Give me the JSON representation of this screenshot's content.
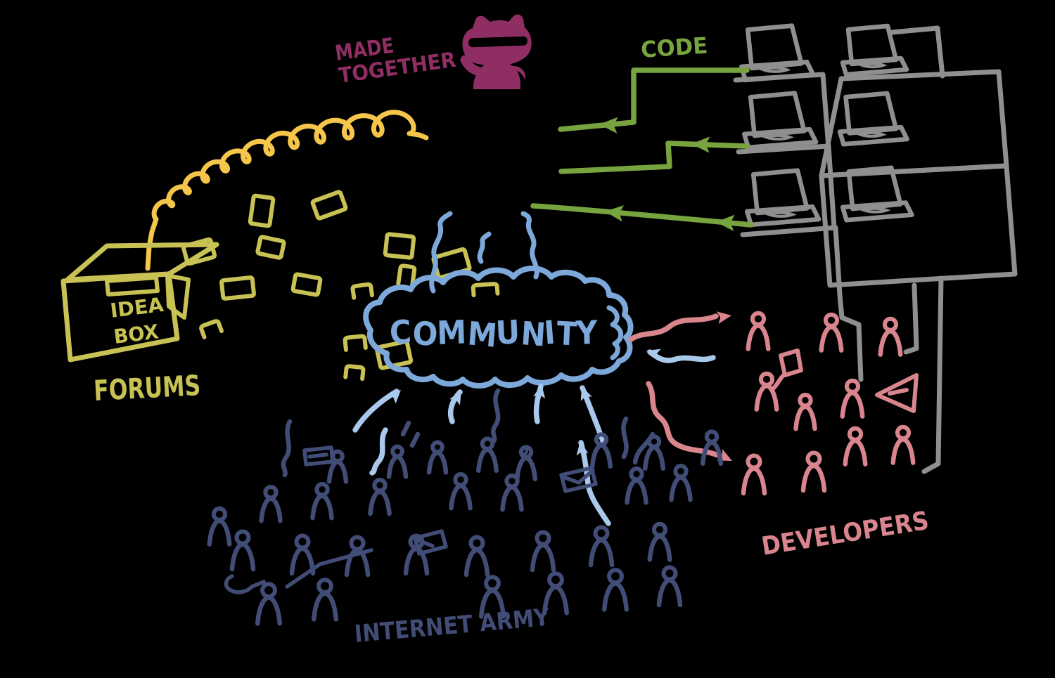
{
  "title": "MADE TOGETHER",
  "palette": {
    "bg": "#000000",
    "magenta": "#8e2e63",
    "green": "#77a43f",
    "gold": "#f6c64a",
    "olive": "#c8c254",
    "cloudBlue": "#7ca8da",
    "lightBlue": "#a9c9ec",
    "navy": "#414d76",
    "pink": "#d9858d",
    "gray": "#8f8f8f"
  },
  "labels": {
    "made_together": {
      "line1": "MADE",
      "line2": "TOGETHER"
    },
    "code": {
      "text": "CODE"
    },
    "idea_box": {
      "line1": "IDEA",
      "line2": "BOX"
    },
    "forums": {
      "text": "FORUMS"
    },
    "community": {
      "text": "COMMUNITY"
    },
    "internet_army": {
      "text": "INTERNET ARMY"
    },
    "developers": {
      "text": "DEVELOPERS"
    }
  },
  "elements": {
    "octocat": "github-octocat-mascot",
    "laptop_count": 6,
    "internet_army_figure_count": 30,
    "developer_figure_count": 10,
    "paper_note_count": 15,
    "green_code_arrow_count": 3,
    "community_upload_arrow_count": 5,
    "developer_arrow_count": 2,
    "feedback_arrow_count": 1
  }
}
